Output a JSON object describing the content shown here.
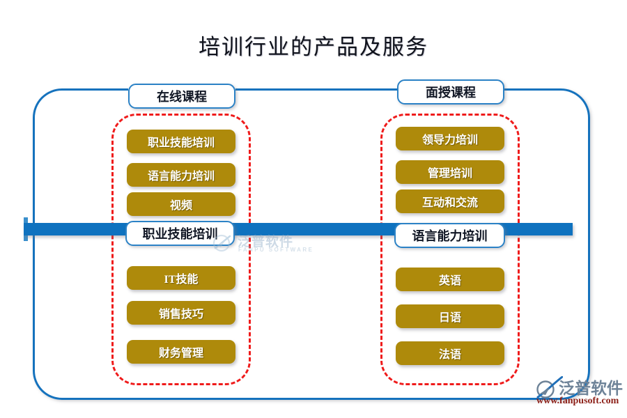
{
  "page": {
    "title": "培训行业的产品及服务",
    "background": "#ffffff",
    "accent_blue": "#0f72bf",
    "border_blue": "#1572bd",
    "group_red": "#ef1b1b",
    "item_gold": "#ae8a0b"
  },
  "columns": [
    {
      "id": "online-courses",
      "header": "在线课程",
      "divider": "职业技能培训",
      "upper_items": [
        "职业技能培训",
        "语言能力培训",
        "视频"
      ],
      "lower_items": [
        "IT技能",
        "销售技巧",
        "财务管理"
      ]
    },
    {
      "id": "onsite-courses",
      "header": "面授课程",
      "divider": "语言能力培训",
      "upper_items": [
        "领导力培训",
        "管理培训",
        "互动和交流"
      ],
      "lower_items": [
        "英语",
        "日语",
        "法语"
      ]
    }
  ],
  "watermark": {
    "text": "泛普软件",
    "subtitle": "FANPU SOFTWARE"
  },
  "logo": {
    "text": "泛普软件",
    "url": "www.fanpusoft.com"
  }
}
